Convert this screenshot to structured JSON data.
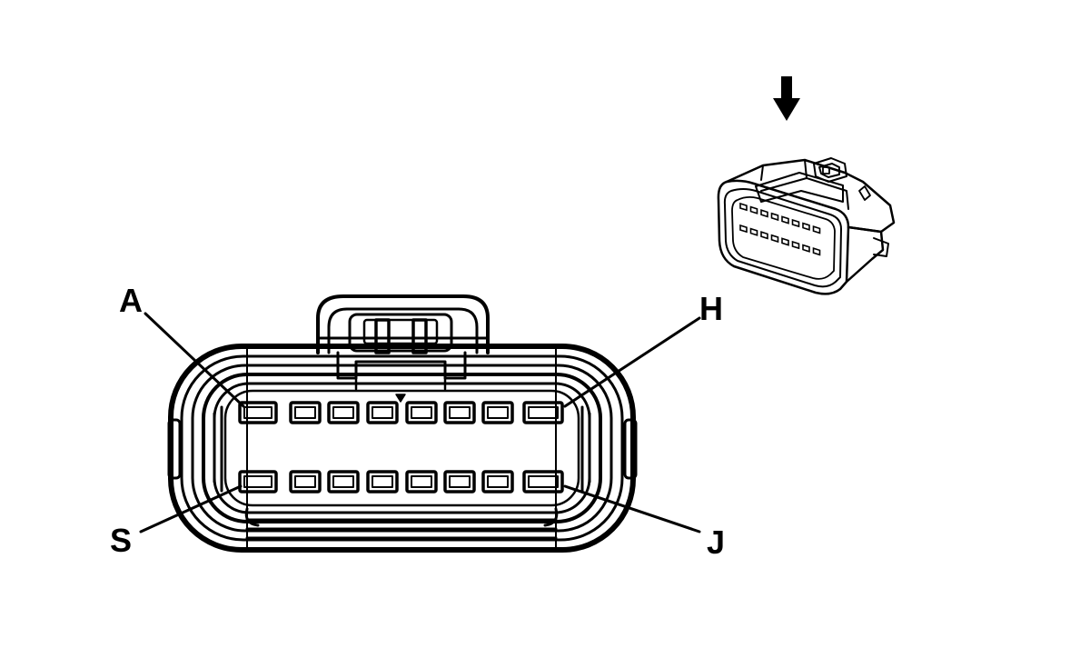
{
  "connector_face": {
    "pin_labels": {
      "top_left": "A",
      "top_right": "H",
      "bottom_left": "S",
      "bottom_right": "J"
    },
    "pins_per_row": 8,
    "rows": 2
  },
  "iso_view": {
    "icon": "down-arrow-icon",
    "pins_per_row": 8,
    "rows": 2
  },
  "colors": {
    "stroke": "#000000",
    "background": "#ffffff"
  }
}
